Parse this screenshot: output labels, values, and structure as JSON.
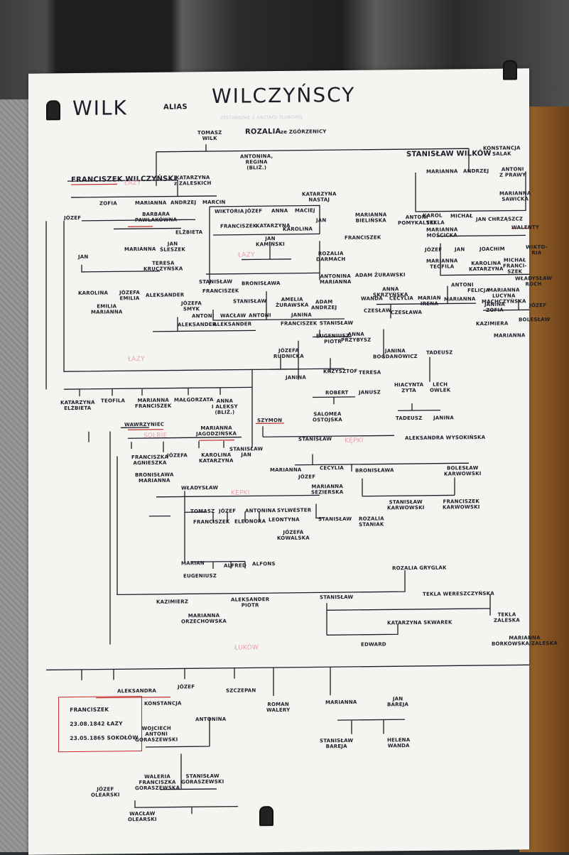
{
  "title": {
    "main": "WILK",
    "alias": "ALIAS",
    "surname": "WILCZYŃSCY",
    "faded_subtitle": "ZESTAWIENIE Z ANOTACJI ŚLUBOWEJ"
  },
  "people": {
    "tomasz": "TOMASZ\nWILK",
    "rozalia": "ROZALIA",
    "ze_zgorzenicy": "ze ZGÓRZENICY",
    "antonina_regina": "ANTONINA,\nREGINA\n(BLIŹ.)",
    "stanislaw_wilkow": "STANISŁAW WILKÓW",
    "konstancja_salak": "KONSTANCJA\nSALAK",
    "marianna_a": "MARIANNA",
    "andrzej_a": "ANDRZEJ",
    "antoni_z_prawy": "ANTONI\nZ PRAWY",
    "marianna_sawicka": "MARIANNA\nSAWICKA",
    "franciszek_wilczynski": "FRANCISZEK WILCZYŃSKI",
    "katarzyna_zaleskich": "KATARZYNA\nz ZALESKICH",
    "zofia": "ZOFIA",
    "marianna_b": "MARIANNA",
    "andrzej_b": "ANDRZEJ",
    "marcin": "MARCIN",
    "katarzyna_nastaj": "KATARZYNA\nNASTAJ",
    "antoni_pomykalski": "ANTONI\nPOMYKALSKI",
    "karol": "KAROL",
    "tekla": "TEKLA",
    "michal": "MICHAŁ",
    "jan_chrzaszcz": "JAN CHRZĄSZCZ",
    "jozef_a": "JÓZEF",
    "barbara_pawlakowna": "BARBARA\nPAWLAKÓWNA",
    "elzbieta_a": "ELŻBIETA",
    "wiktoria": "WIKTORIA",
    "jozef_b": "JÓZEF",
    "anna_a": "ANNA",
    "maciej": "MACIEJ",
    "franciszek_a": "FRANCISZEK",
    "katarzyna_a": "KATARZYNA",
    "karolina_a": "KAROLINA",
    "jan_a": "JAN",
    "marianna_bielinska": "MARIANNA\nBIELIŃSKA",
    "marianna_mosicka": "MARIANNA\nMOŚCICKA",
    "walenty": "WALENTY",
    "jan_suszek": "JAN\nŚLESZEK",
    "jan_kaminski": "JAN\nKAMIŃSKI",
    "franciszek_b": "FRANCISZEK",
    "jan_b": "JAN",
    "marianna_c": "MARIANNA",
    "teresa_kruczynska": "TERESA\nKRUCZYŃSKA",
    "rozalia_darmach": "ROZALIA\nDARMACH",
    "jozef_c": "JÓZEF",
    "jan_c": "JAN",
    "joachim": "JOACHIM",
    "wiktoria_b": "WIKTO-\nRIA",
    "marianna_teofila": "MARIANNA\nTEOFILA",
    "karolina_katarzyna": "KAROLINA\nKATARZYNA",
    "michal_franciszek": "MICHAŁ\nFRANCI-\nSZEK",
    "wladyslaw_roch": "WŁADYSŁAW\nROCH",
    "stanislaw_a": "STANISŁAW",
    "franciszek_c": "FRANCISZEK",
    "bronislawa_a": "BRONISŁAWA",
    "antonina_marianna": "ANTONINA\nMARIANNA",
    "adam_zurawski": "ADAM ŻURAWSKI",
    "anna_skrzynska": "ANNA\nSKRZYŃSKA",
    "antoni_a": "ANTONI",
    "marianna_lucyna": "MARIANNA\nLUCYNA\nMACHCZYŃSKA",
    "karolina_b": "KAROLINA",
    "emilia_marianna": "EMILIA\nMARIANNA",
    "jozefa_emilia": "JÓZEFA\nEMILIA",
    "aleksander_a": "ALEKSANDER",
    "jozefa_smyk": "JÓZEFA\nSMYK",
    "stanislaw_b": "STANISŁAW",
    "amelia_zurawska": "AMELIA\nŻURAWSKA",
    "adam_andrzej": "ADAM\nANDRZEJ",
    "wanda": "WANDA",
    "cecylia_a": "CECYLIA",
    "marian_irena": "MARIAN\nIRENA",
    "marianna_d": "MARIANNA",
    "felicja": "FELICJA",
    "janina_a": "JANINA\nZOFIA",
    "jozef_d": "JÓZEF",
    "czeslaw_a": "CZESŁAW",
    "czeslawa": "CZESŁAWA",
    "boleslaw": "BOLESŁAW",
    "kazimiera": "KAZIMIERA",
    "marianna_e": "MARIANNA",
    "antoni_b": "ANTONI",
    "aleksander_b": "ALEKSANDER",
    "waclaw_a": "WACŁAW",
    "aleksander_c": "ALEKSANDER",
    "antoni_c": "ANTONI",
    "janina_b": "JANINA",
    "franciszek_d": "FRANCISZEK",
    "stanislaw_c": "STANISŁAW",
    "eugeniusz_piotr": "EUGENIUSZ\nPIOTR",
    "anna_przybysz": "ANNA\nPRZYBYSZ",
    "jozefa_rudnicka": "JÓZEFA\nRUDNICKA",
    "janina_bogdanowicz": "JANINA\nBOGDANOWICZ",
    "tadeusz_a": "TADEUSZ",
    "janina_c": "JANINA",
    "krzysztof": "KRZYSZTOF",
    "teresa": "TERESA",
    "robert": "ROBERT",
    "janusz": "JANUSZ",
    "hiacynta_zyta": "HIACYNTA\nZYTA",
    "lech_owlek": "LECH\nOWLEK",
    "tadeusz_b": "TADEUSZ",
    "janina_d": "JANINA",
    "katarzyna_elzbieta": "KATARZYNA\nELŻBIETA",
    "teofila": "TEOFILA",
    "marianna_franciszek": "MARIANNA\nFRANCISZEK",
    "malgorzata": "MAŁGORZATA",
    "anna_aleksy": "ANNA\nI ALEKSY\n(BLIŹ.)",
    "wawrzyniec": "WAWRZYNIEC",
    "szymon": "SZYMON",
    "salomea_ostojska": "SALOMEA\nOSTOJSKA",
    "marianna_jagodzinska": "MARIANNA\nJAGODZIŃSKA",
    "franciszka_agnieszka": "FRANCISZKA\nAGNIESZKA",
    "jozefa_a": "JÓZEFA",
    "karolina_katarzyna_b": "KAROLINA\nKATARZYNA",
    "stanislaw_jan": "STANISŁAW\nJAN",
    "bronislawa_marianna": "BRONISŁAWA\nMARIANNA",
    "stanislaw_d": "STANISŁAW",
    "aleksandra_wysokinska": "ALEKSANDRA WYSOKIŃSKA",
    "marianna_f": "MARIANNA",
    "jozef_e": "JÓZEF",
    "cecylia_b": "CECYLIA",
    "bronislawa_b": "BRONISŁAWA",
    "boleslaw_karwowski": "BOLESŁAW\nKARWOWSKI",
    "wladyslaw": "WŁADYSŁAW",
    "marianna_szczepanska": "MARIANNA\nSEZIERSKA",
    "stanislaw_karwowski": "STANISŁAW\nKARWOWSKI",
    "franciszek_karwowski": "FRANCISZEK\nKARWOWSKI",
    "tomasz_b": "TOMASZ",
    "jozef_f": "JÓZEF",
    "antonina_a": "ANTONINA",
    "sylwester": "SYLWESTER",
    "franciszek_e": "FRANCISZEK",
    "eleonora": "ELEONORA",
    "leontyna": "LEONTYNA",
    "stanislaw_e": "STANISŁAW",
    "rozalia_stanik": "ROZALIA\nSTANIAK",
    "jozefa_kowalska": "JÓZEFA\nKOWALSKA",
    "marian": "MARIAN",
    "eugeniusz": "EUGENIUSZ",
    "alfred": "ALFRED",
    "alfons": "ALFONS",
    "rozalia_gryglak": "ROZALIA GRYGLAK",
    "kazimierz": "KAZIMIERZ",
    "aleksander_piotr": "ALEKSANDER\nPIOTR",
    "stanislaw_f": "STANISŁAW",
    "tekla_wierzczynska": "TEKLA WERESZCZYŃSKA",
    "marianna_orzechowska": "MARIANNA\nORZECHOWSKA",
    "katarzyna_skwarek": "KATARZYNA SKWAREK",
    "tekla_zaleska": "TEKLA\nZALESKA",
    "edward": "EDWARD",
    "marianna_borkowska": "MARIANNA\nBORKOWSKA/ZALESKA",
    "aleksandra": "ALEKSANDRA",
    "jozef_g": "JÓZEF",
    "szczepan": "SZCZEPAN",
    "konstancja": "KONSTANCJA",
    "roman_walery": "ROMAN\nWALERY",
    "marianna_g": "MARIANNA",
    "jan_bareja": "JAN\nBAREJA",
    "antonina_b": "ANTONINA",
    "wojciech": "WOJCIECH\nANTONI\nGORASZEWSKI",
    "stanislaw_bareja": "STANISŁAW\nBAREJA",
    "helena_wanda": "HELENA\nWANDA",
    "waleria": "WALERIA\nFRANCISZKA\nGORASZEWSKA",
    "stanislaw_goraszewski": "STANISŁAW\nGORASZEWSKI",
    "jozef_olearski": "JÓZEF\nOLEARSKI",
    "waclaw_olearski": "WACŁAW\nOLEARSKI"
  },
  "places": {
    "lazy_1": "ŁAZY",
    "lazy_2": "ŁAZY",
    "lazy_3": "ŁAZY",
    "kepki_1": "KĘPKI",
    "kepki_2": "KĘPKI",
    "sulbie": "SOLBIE",
    "lukow": "ŁUKÓW"
  },
  "franciszek_box": {
    "line1": "FRANCISZEK",
    "line2": "23.08.1842 ŁAZY",
    "line3": "23.05.1865 SOKOŁÓW"
  },
  "colors": {
    "ink": "#1b1d28",
    "red_underline": "#c02a2a",
    "pink_place": "#e8a2b0",
    "paper": "#f4f5f1"
  }
}
